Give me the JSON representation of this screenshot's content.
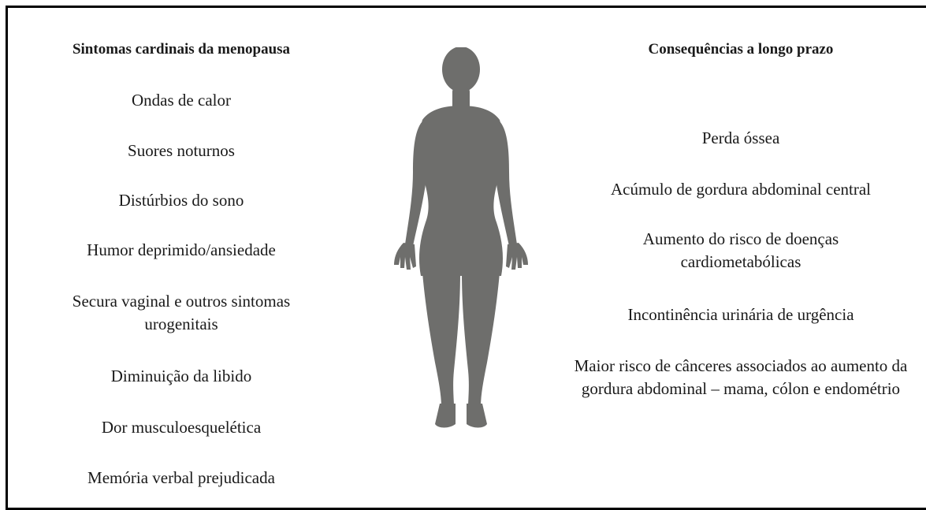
{
  "left_panel": {
    "heading": "Sintomas cardinais da menopausa",
    "items": [
      "Ondas de calor",
      "Suores noturnos",
      "Distúrbios do sono",
      "Humor deprimido/ansiedade",
      "Secura vaginal e outros sintomas urogenitais",
      "Diminuição da libido",
      "Dor musculoesquelética",
      "Memória verbal prejudicada"
    ]
  },
  "right_panel": {
    "heading": "Consequências a longo prazo",
    "items": [
      "Perda óssea",
      "Acúmulo de gordura abdominal central",
      "Aumento do risco de doenças cardiometabólicas",
      "Incontinência urinária de urgência",
      "Maior risco de cânceres associados ao aumento da gordura abdominal – mama, cólon e endométrio"
    ]
  },
  "figure": {
    "icon": "female-body-silhouette-icon",
    "color": "#6e6e6c"
  }
}
